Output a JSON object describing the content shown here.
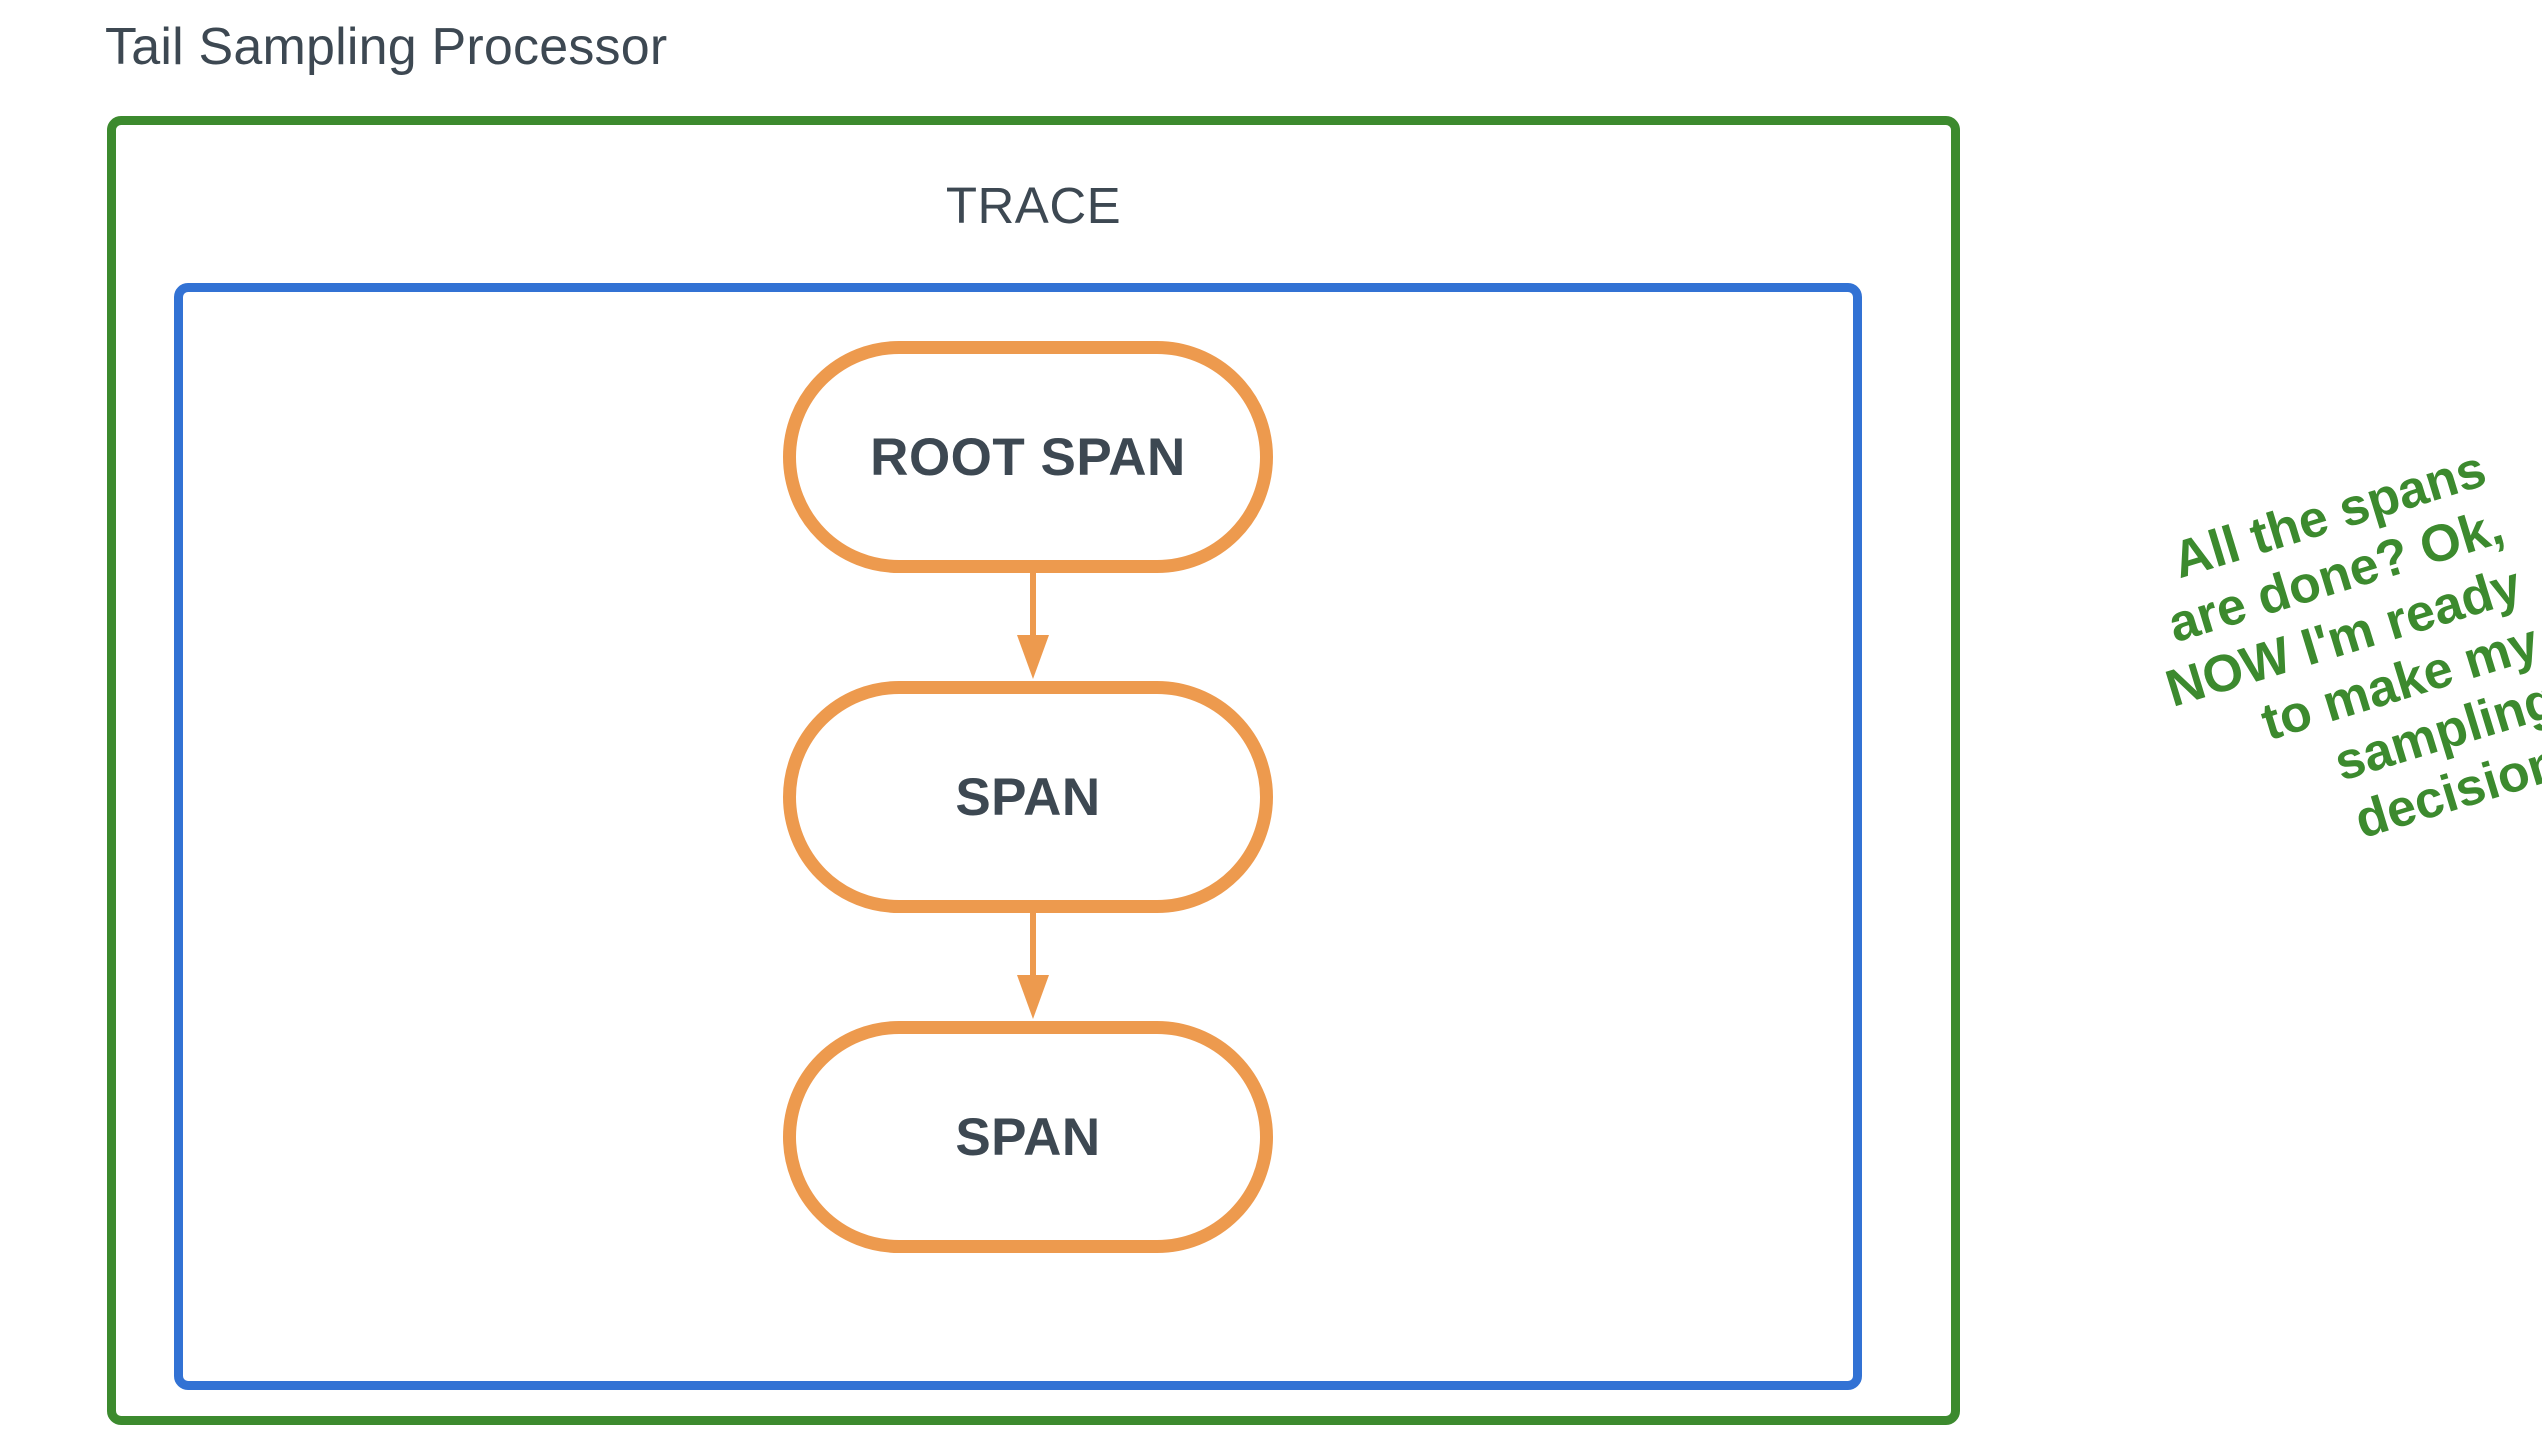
{
  "diagram": {
    "title": "Tail Sampling Processor",
    "title_color": "#3d4852",
    "outer_box": {
      "name": "tail-sampling-processor-boundary",
      "border_color": "#3c8a2e"
    },
    "trace": {
      "label": "TRACE",
      "border_color": "#3272d4",
      "spans": [
        {
          "label": "ROOT SPAN",
          "border_color": "#ed9a4e"
        },
        {
          "label": "SPAN",
          "border_color": "#ed9a4e"
        },
        {
          "label": "SPAN",
          "border_color": "#ed9a4e"
        }
      ],
      "connectors": [
        {
          "from": "ROOT SPAN",
          "to": "SPAN",
          "direction": "down",
          "color": "#ed9a4e"
        },
        {
          "from": "SPAN",
          "to": "SPAN",
          "direction": "down",
          "color": "#ed9a4e"
        }
      ]
    },
    "annotation": {
      "color": "#3c8a2e",
      "rotation_degrees": -17,
      "lines": [
        "All the spans",
        "are done? Ok,",
        "NOW I'm ready",
        "to make my",
        "sampling",
        "decision."
      ]
    }
  }
}
